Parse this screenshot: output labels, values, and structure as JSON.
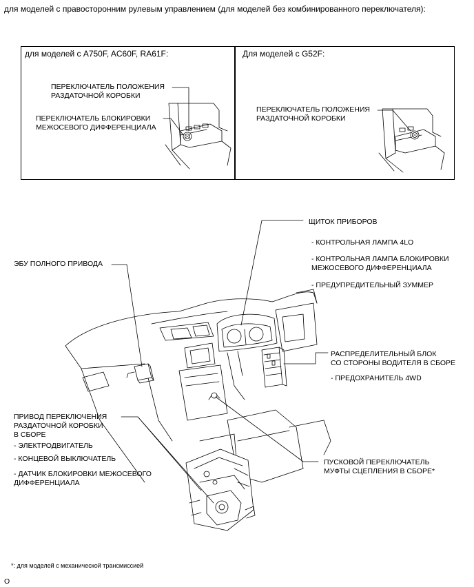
{
  "header": "для моделей с правосторонним рулевым управлением (для моделей без комбинированного переключателя):",
  "inset_left": {
    "title": "для моделей с A750F, AC60F, RA61F:",
    "label1_line1": "ПЕРЕКЛЮЧАТЕЛЬ ПОЛОЖЕНИЯ",
    "label1_line2": "РАЗДАТОЧНОЙ КОРОБКИ",
    "label2_line1": "ПЕРЕКЛЮЧАТЕЛЬ БЛОКИРОВКИ",
    "label2_line2": "МЕЖОСЕВОГО ДИФФЕРЕНЦИАЛА"
  },
  "inset_right": {
    "title": "Для моделей с G52F:",
    "label1_line1": "ПЕРЕКЛЮЧАТЕЛЬ ПОЛОЖЕНИЯ",
    "label1_line2": "РАЗДАТОЧНОЙ КОРОБКИ"
  },
  "labels": {
    "meter_title": "ЩИТОК ПРИБОРОВ",
    "meter_item1": "- КОНТРОЛЬНАЯ ЛАМПА 4LO",
    "meter_item2_line1": "- КОНТРОЛЬНАЯ ЛАМПА БЛОКИРОВКИ",
    "meter_item2_line2": "МЕЖОСЕВОГО ДИФФЕРЕНЦИАЛА",
    "meter_item3": "- ПРЕДУПРЕДИТЕЛЬНЫЙ ЗУММЕР",
    "ecu": "ЭБУ ПОЛНОГО ПРИВОДА",
    "junction_line1": "РАСПРЕДЕЛИТЕЛЬНЫЙ БЛОК",
    "junction_line2": "СО СТОРОНЫ ВОДИТЕЛЯ В СБОРЕ",
    "junction_item": "- ПРЕДОХРАНИТЕЛЬ 4WD",
    "actuator_line1": "ПРИВОД ПЕРЕКЛЮЧЕНИЯ",
    "actuator_line2": "РАЗДАТОЧНОЙ КОРОБКИ",
    "actuator_line3": "В СБОРЕ",
    "actuator_item1": "- ЭЛЕКТРОДВИГАТЕЛЬ",
    "actuator_item2": "- КОНЦЕВОЙ ВЫКЛЮЧАТЕЛЬ",
    "actuator_item3_line1": "- ДАТЧИК БЛОКИРОВКИ МЕЖОСЕВОГО",
    "actuator_item3_line2": "ДИФФЕРЕНЦИАЛА",
    "clutch_line1": "ПУСКОВОЙ ПЕРЕКЛЮЧАТЕЛЬ",
    "clutch_line2": "МУФТЫ СЦЕПЛЕНИЯ В СБОРЕ*"
  },
  "footnote": "*: для моделей с механической трансмиссией",
  "page_mark": "O"
}
